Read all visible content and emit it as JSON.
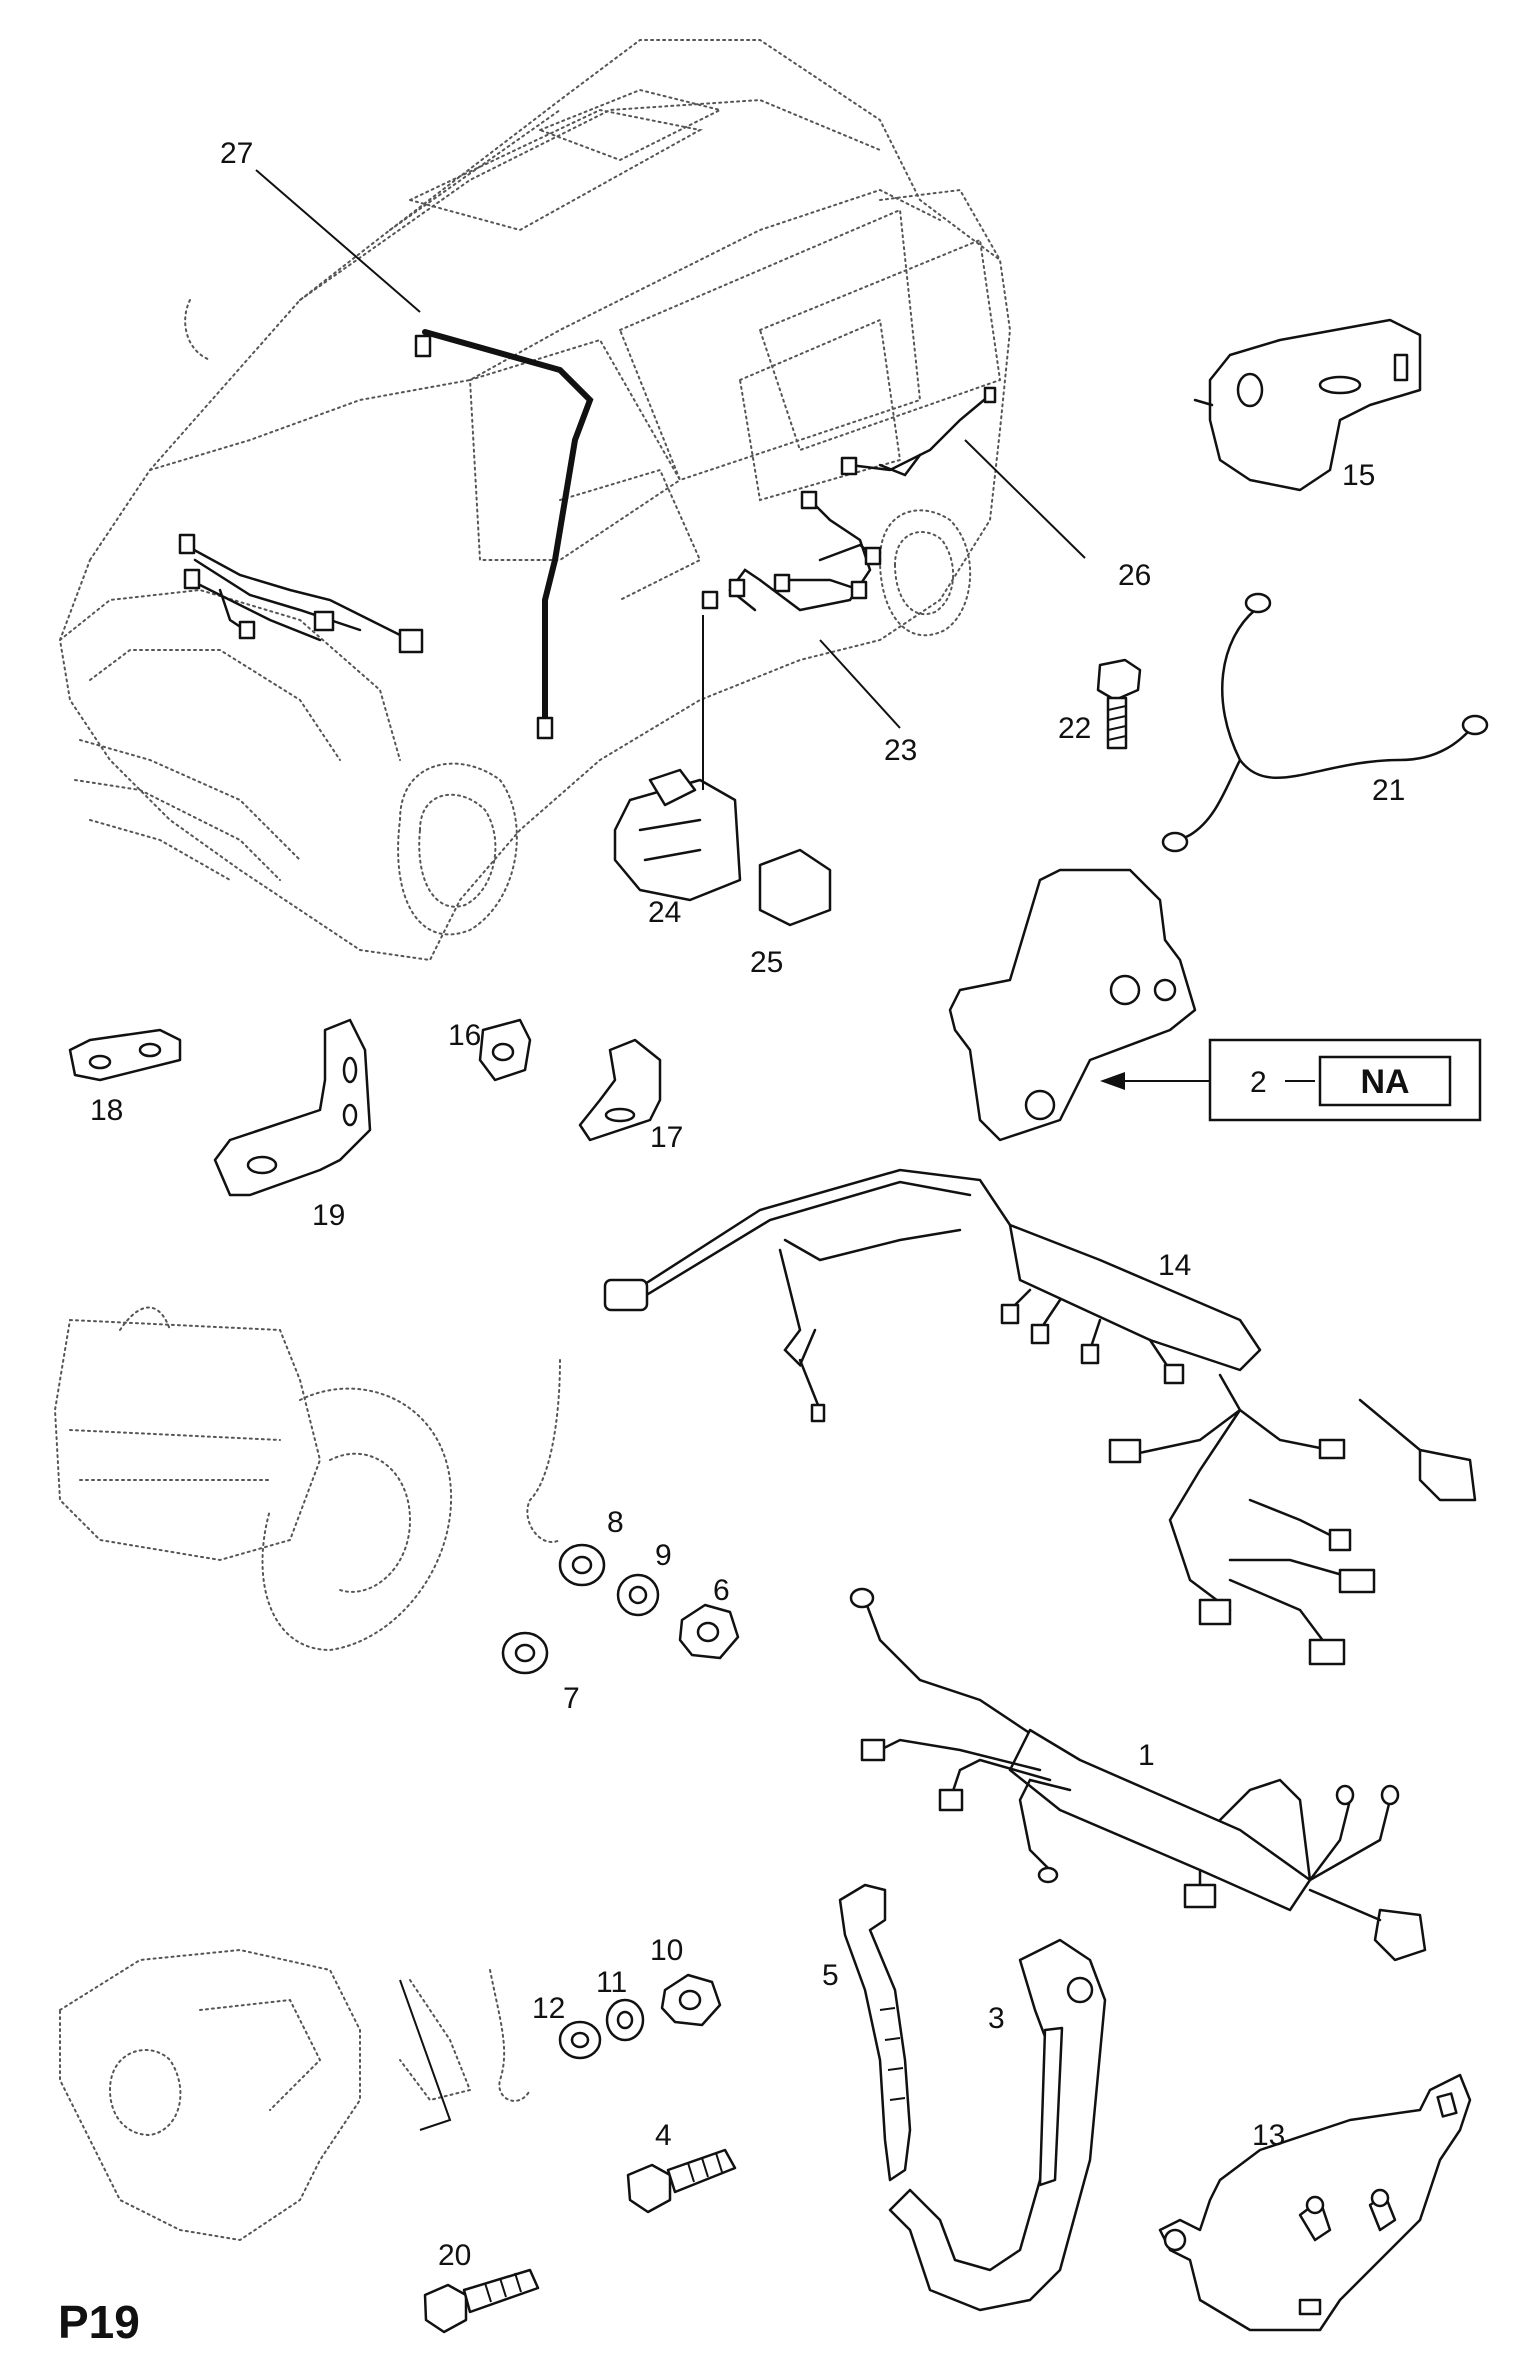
{
  "page_code": "P19",
  "na_box": {
    "ref": "2",
    "text": "NA"
  },
  "parts": [
    {
      "ref": "27"
    },
    {
      "ref": "15"
    },
    {
      "ref": "26"
    },
    {
      "ref": "23"
    },
    {
      "ref": "22"
    },
    {
      "ref": "21"
    },
    {
      "ref": "24"
    },
    {
      "ref": "25"
    },
    {
      "ref": "18"
    },
    {
      "ref": "16"
    },
    {
      "ref": "19"
    },
    {
      "ref": "17"
    },
    {
      "ref": "14"
    },
    {
      "ref": "8"
    },
    {
      "ref": "9"
    },
    {
      "ref": "6"
    },
    {
      "ref": "7"
    },
    {
      "ref": "1"
    },
    {
      "ref": "5"
    },
    {
      "ref": "3"
    },
    {
      "ref": "10"
    },
    {
      "ref": "11"
    },
    {
      "ref": "12"
    },
    {
      "ref": "4"
    },
    {
      "ref": "13"
    },
    {
      "ref": "20"
    }
  ]
}
